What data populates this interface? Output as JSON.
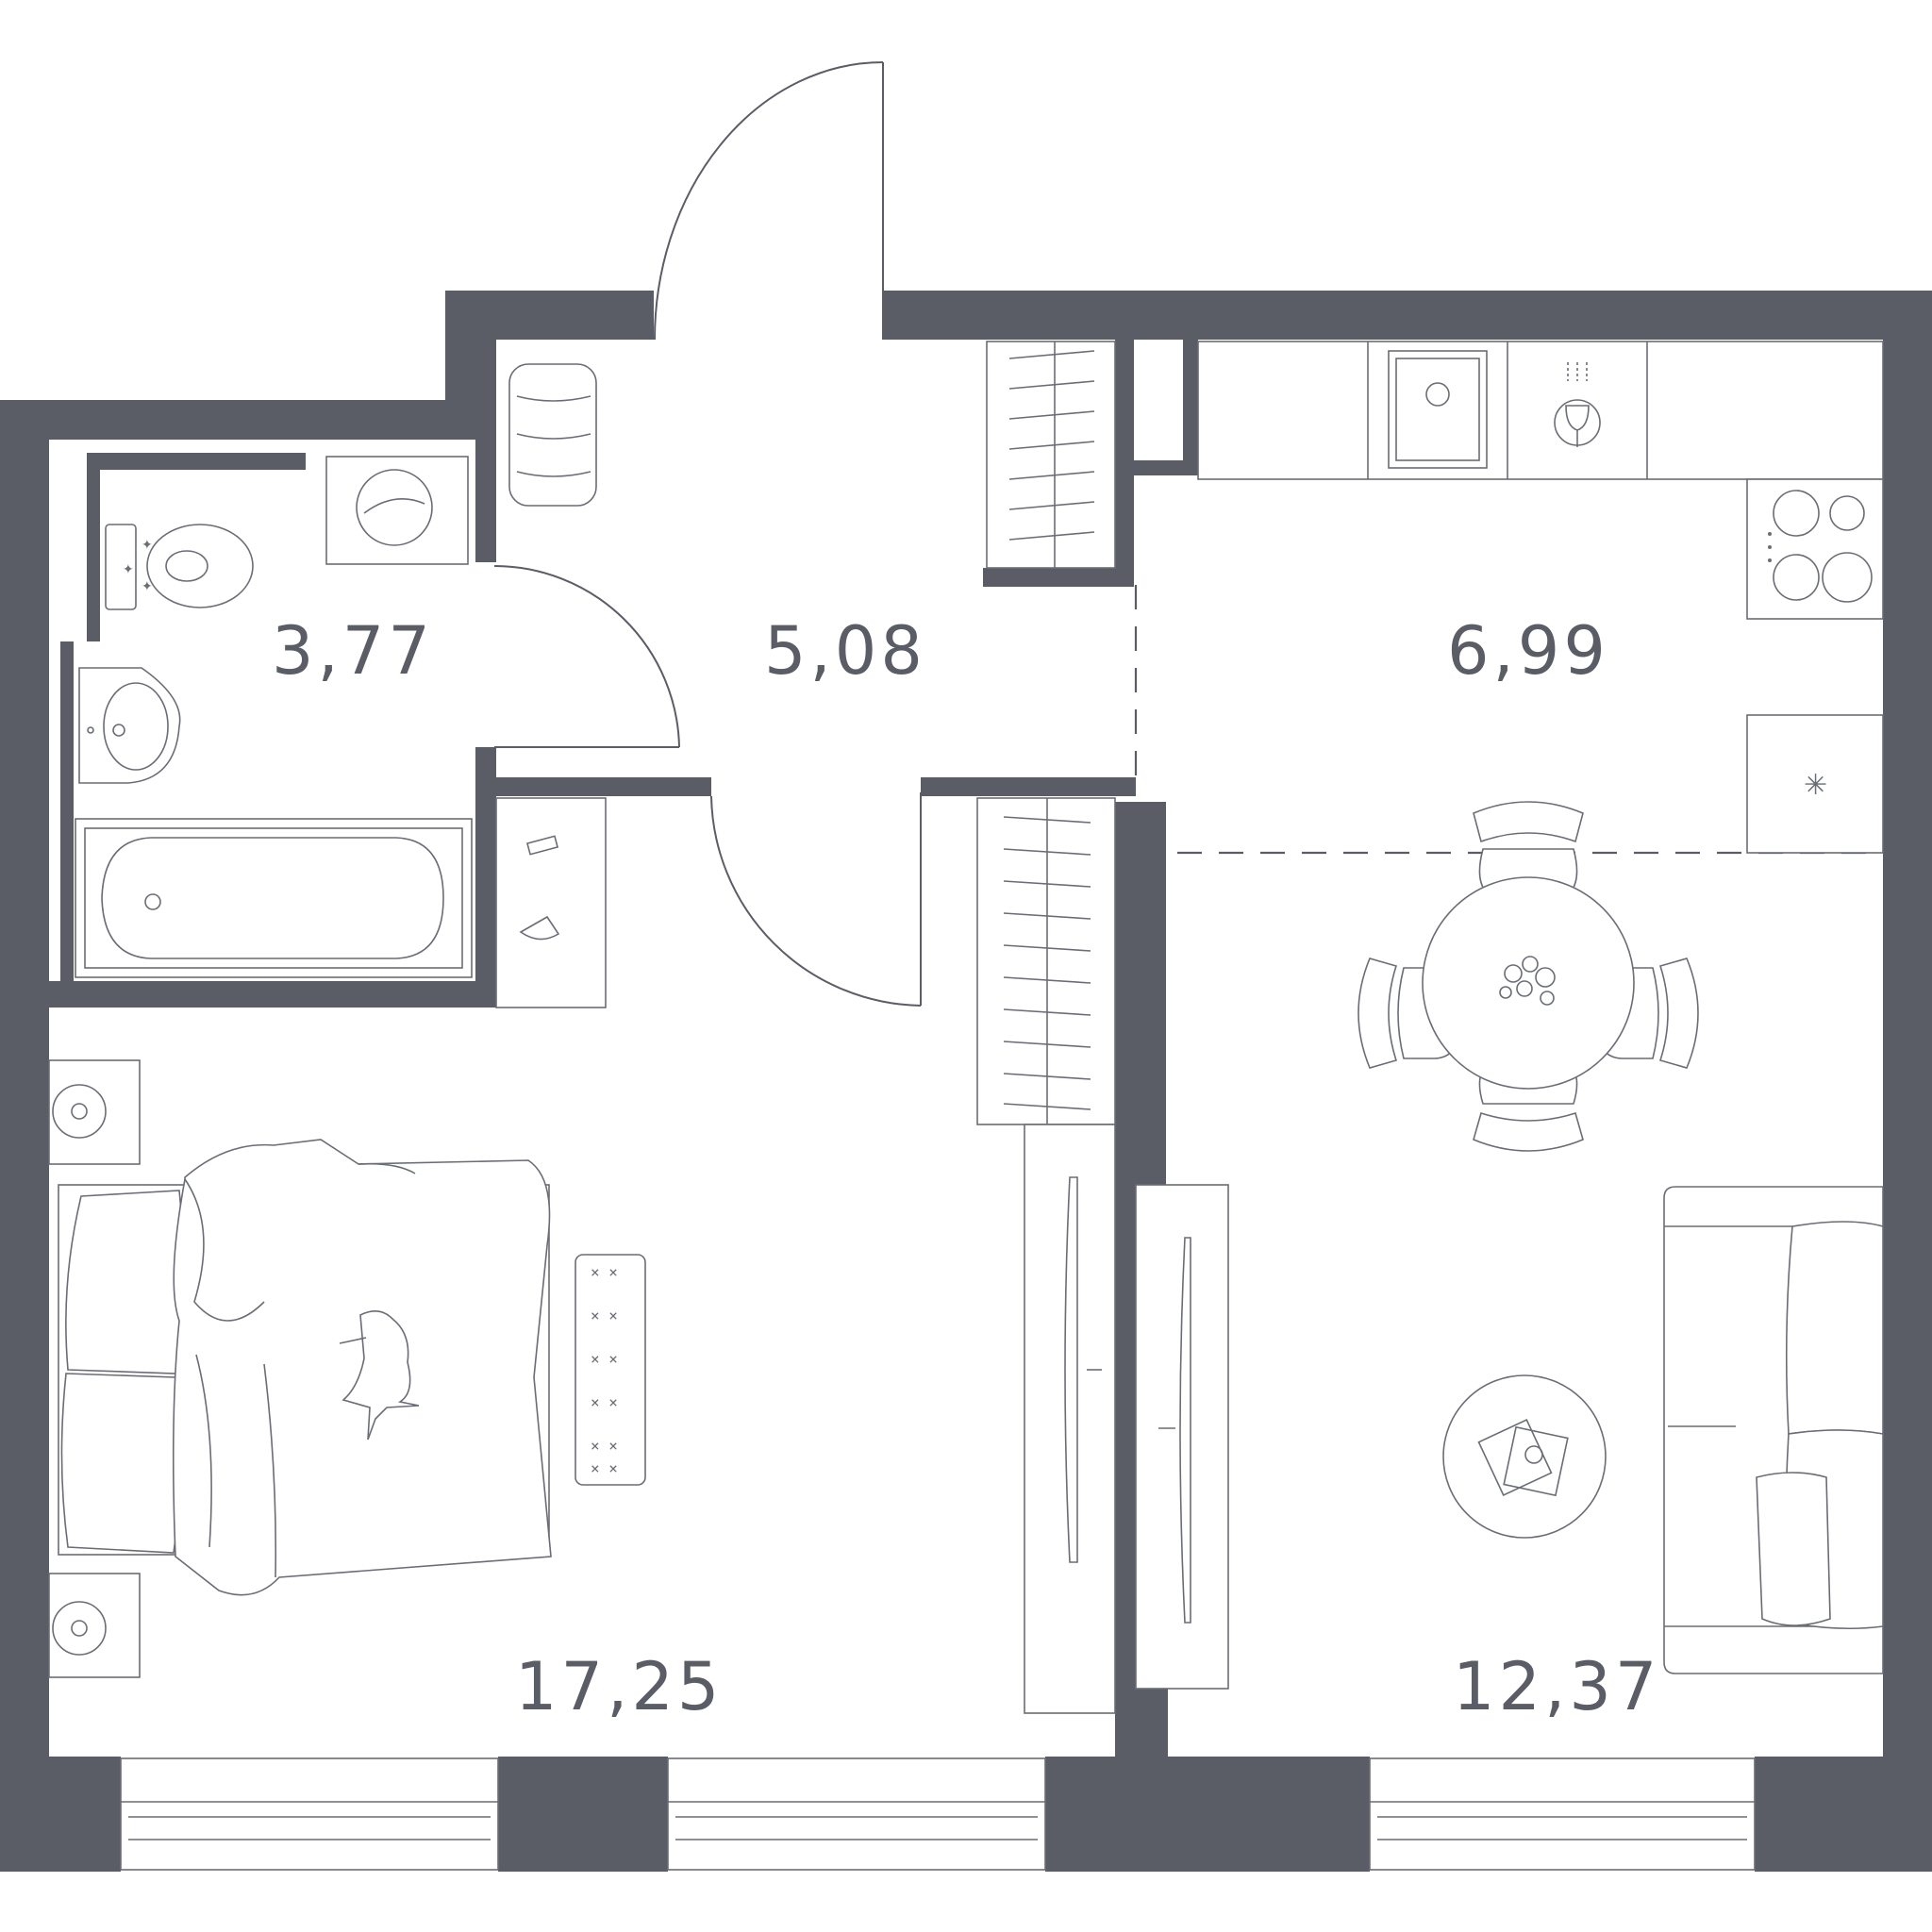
{
  "rooms": [
    {
      "id": "bathroom",
      "area": "3,77"
    },
    {
      "id": "hallway",
      "area": "5,08"
    },
    {
      "id": "kitchen",
      "area": "6,99"
    },
    {
      "id": "bedroom",
      "area": "17,25"
    },
    {
      "id": "living",
      "area": "12,37"
    }
  ],
  "colors": {
    "wall": "#5a5d66",
    "line": "#6a6d75",
    "background": "#ffffff"
  }
}
